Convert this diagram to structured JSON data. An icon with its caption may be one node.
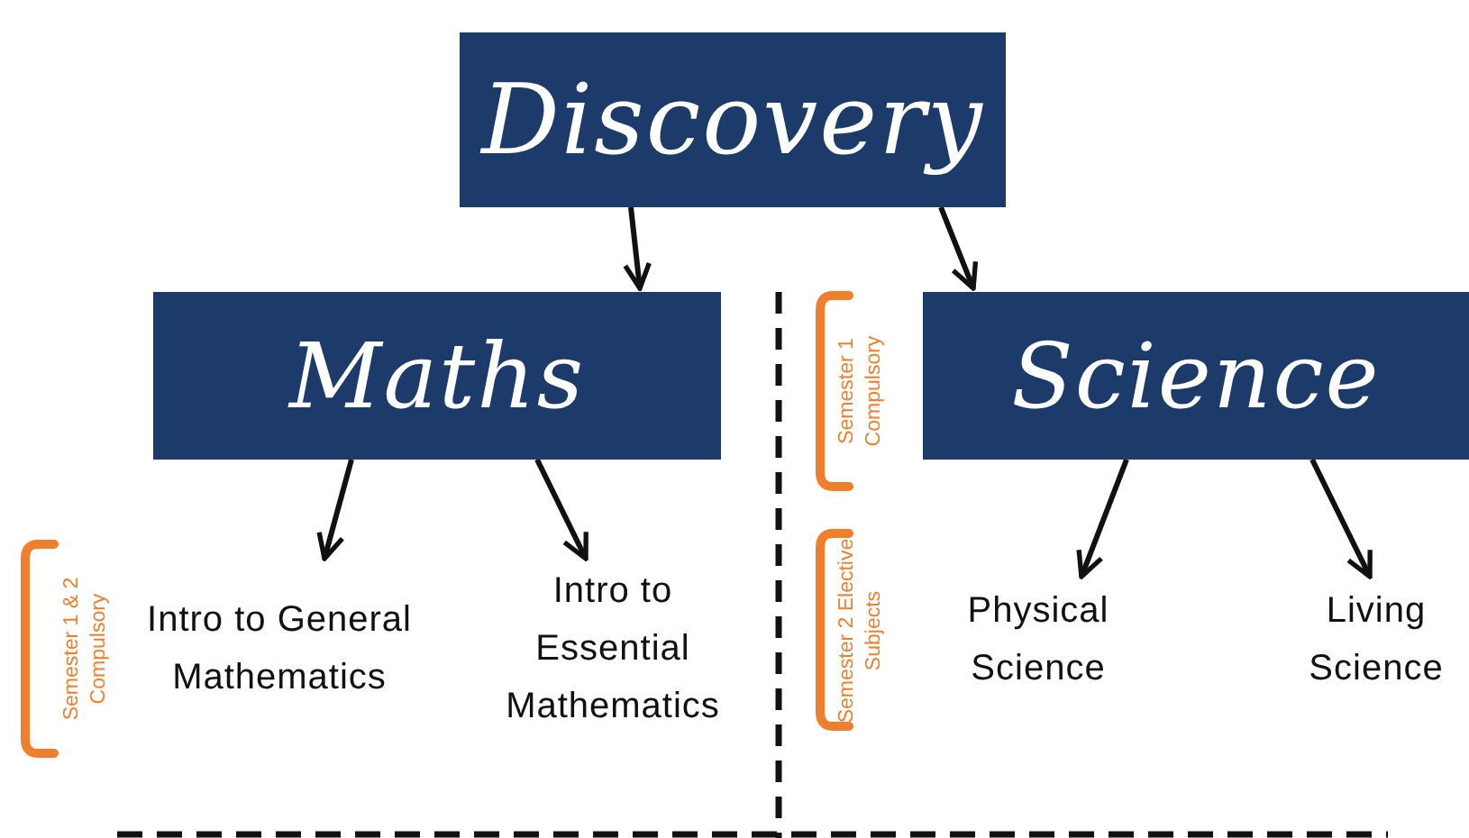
{
  "diagram": {
    "nodes": [
      {
        "text": [
          "Discovery"
        ]
      },
      {
        "text": [
          "Maths"
        ]
      },
      {
        "text": [
          "Science"
        ]
      },
      {
        "text": [
          "Intro to General Mathematics"
        ]
      },
      {
        "text": [
          "Intro to Essential Mathematics"
        ]
      },
      {
        "text": [
          "Physical Science"
        ]
      },
      {
        "text": [
          "Living Science"
        ]
      }
    ],
    "edges": [
      {
        "from": 0,
        "to": 1,
        "arrow": "to"
      },
      {
        "from": 0,
        "to": 2,
        "arrow": "to"
      },
      {
        "from": 1,
        "to": 3,
        "arrow": "to"
      },
      {
        "from": 1,
        "to": 4,
        "arrow": "to"
      },
      {
        "from": 2,
        "to": 5,
        "arrow": "to"
      },
      {
        "from": 2,
        "to": 6,
        "arrow": "to"
      }
    ],
    "labels": [
      "Semester 1 & 2 Compulsory",
      "Semester 1 Compulsory",
      "Semester 2 Elective Subjects"
    ]
  }
}
